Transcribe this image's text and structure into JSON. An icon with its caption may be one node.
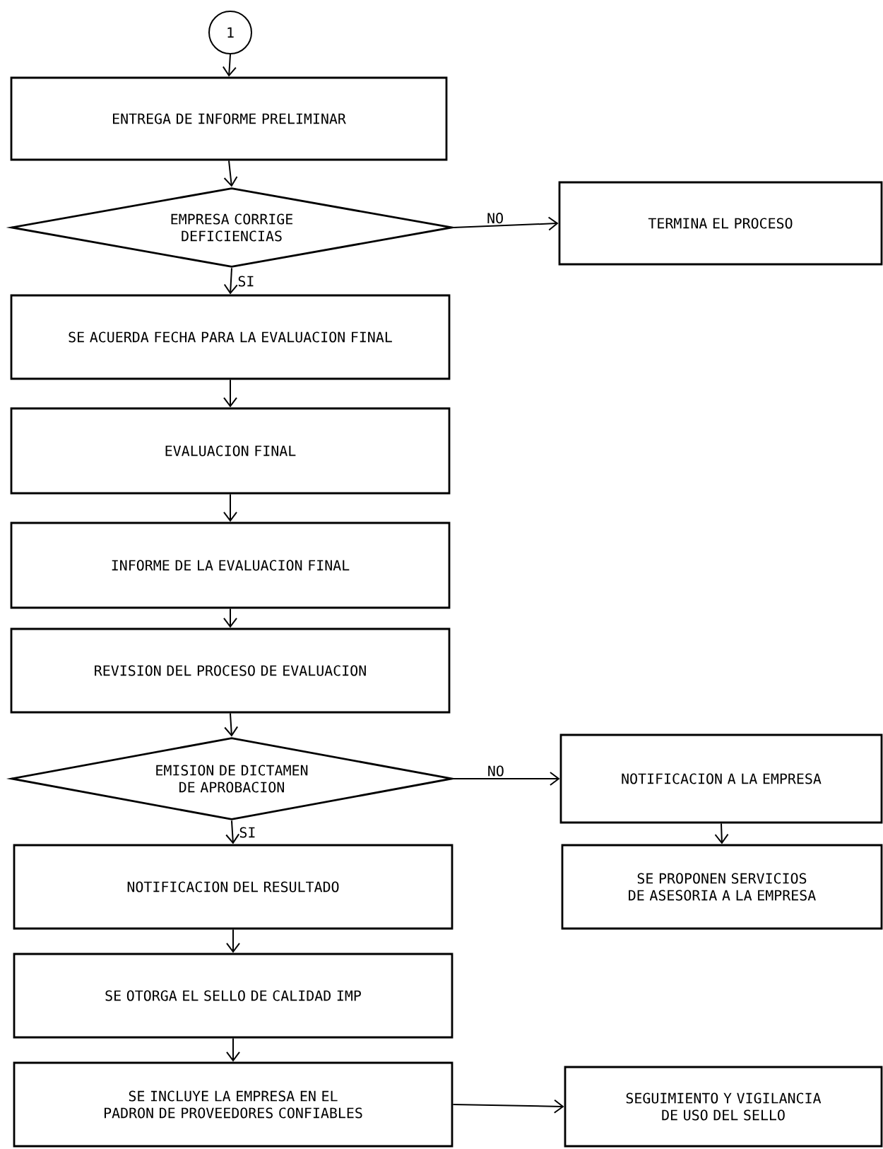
{
  "diagram": {
    "nodes": [
      {
        "text": [
          "1"
        ]
      },
      {
        "text": [
          "ENTREGA DE INFORME PRELIMINAR"
        ]
      },
      {
        "text": [
          "EMPRESA CORRIGE DEFICIENCIAS"
        ]
      },
      {
        "text": [
          "TERMINA EL PROCESO"
        ]
      },
      {
        "text": [
          "SE ACUERDA FECHA PARA LA EVALUACION FINAL"
        ]
      },
      {
        "text": [
          "EVALUACION FINAL"
        ]
      },
      {
        "text": [
          "INFORME DE LA EVALUACION FINAL"
        ]
      },
      {
        "text": [
          "REVISION DEL PROCESO DE EVALUACION"
        ]
      },
      {
        "text": [
          "EMISION DE DICTAMEN DE APROBACION"
        ]
      },
      {
        "text": [
          "NOTIFICACION A LA EMPRESA"
        ]
      },
      {
        "text": [
          "SE PROPONEN SERVICIOS DE ASESORIA A LA EMPRESA"
        ]
      },
      {
        "text": [
          "NOTIFICACION DEL RESULTADO"
        ]
      },
      {
        "text": [
          "SE OTORGA EL SELLO DE CALIDAD IMP"
        ]
      },
      {
        "text": [
          "SE INCLUYE LA EMPRESA EN EL PADRON DE PROVEEDORES CONFIABLES"
        ]
      },
      {
        "text": [
          "SEGUIMIENTO Y VIGILANCIA DE USO DEL SELLO"
        ]
      }
    ],
    "edges": [
      {
        "from": 0,
        "to": 1,
        "arrow": "to"
      },
      {
        "from": 1,
        "to": 2,
        "arrow": "to"
      },
      {
        "from": 2,
        "to": 3,
        "arrow": "to",
        "label": "NO"
      },
      {
        "from": 2,
        "to": 4,
        "arrow": "to",
        "label": "SI"
      },
      {
        "from": 4,
        "to": 5,
        "arrow": "to"
      },
      {
        "from": 5,
        "to": 6,
        "arrow": "to"
      },
      {
        "from": 6,
        "to": 7,
        "arrow": "to"
      },
      {
        "from": 7,
        "to": 8,
        "arrow": "to"
      },
      {
        "from": 8,
        "to": 9,
        "arrow": "to",
        "label": "NO"
      },
      {
        "from": 8,
        "to": 11,
        "arrow": "to",
        "label": "SI"
      },
      {
        "from": 9,
        "to": 10,
        "arrow": "to"
      },
      {
        "from": 11,
        "to": 12,
        "arrow": "to"
      },
      {
        "from": 12,
        "to": 13,
        "arrow": "to"
      },
      {
        "from": 13,
        "to": 14,
        "arrow": "to"
      }
    ]
  }
}
